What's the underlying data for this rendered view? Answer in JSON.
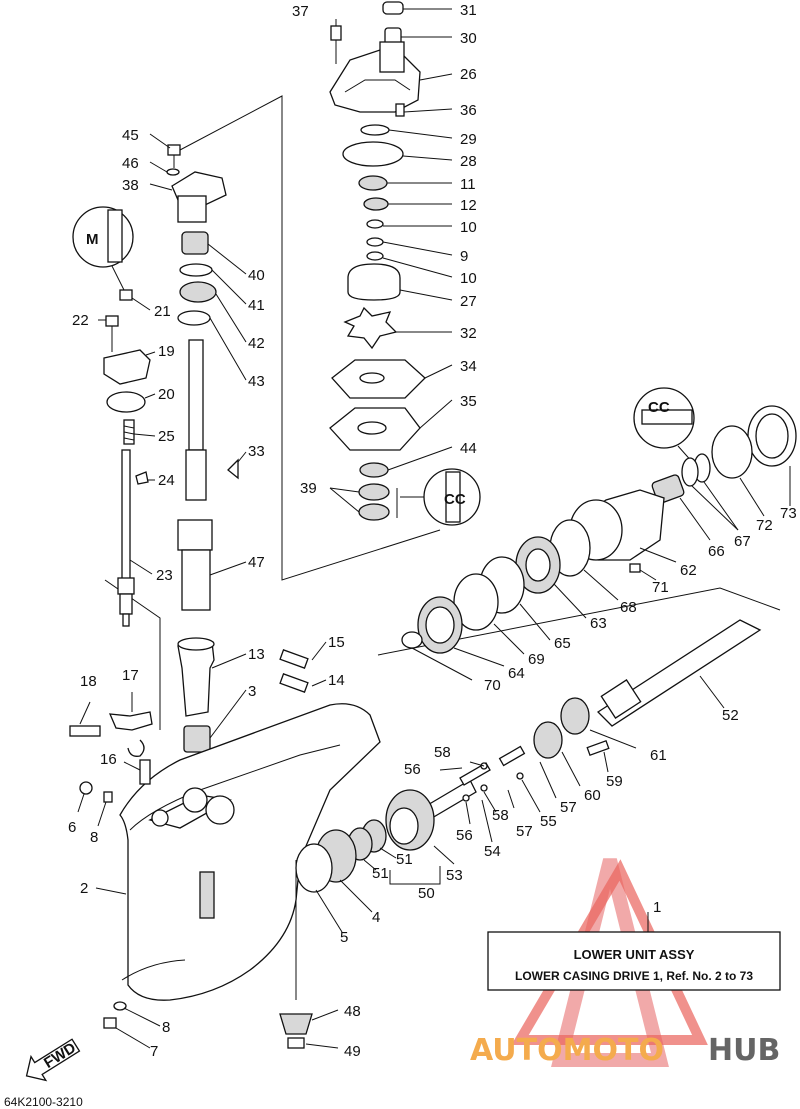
{
  "diagram_code": "64K2100-3210",
  "fwd_label": "FWD",
  "title_box": {
    "ref_number": "1",
    "title": "LOWER  UNIT  ASSY",
    "subtitle": "LOWER CASING DRIVE 1,  Ref. No. 2 to 73"
  },
  "watermark": {
    "part1": "AUTOMOTO",
    "part2": "HUB",
    "color_red": "#e8524a",
    "color_orange": "#f3a23a",
    "color_gray": "#555555"
  },
  "callouts": {
    "c37": "37",
    "c31": "31",
    "c30": "30",
    "c26": "26",
    "c36": "36",
    "c29": "29",
    "c28": "28",
    "c11": "11",
    "c12": "12",
    "c10a": "10",
    "c9": "9",
    "c10b": "10",
    "c27": "27",
    "c32": "32",
    "c34": "34",
    "c35": "35",
    "c44": "44",
    "c39": "39",
    "c45": "45",
    "c46": "46",
    "c38": "38",
    "c40": "40",
    "c41": "41",
    "c42": "42",
    "c43": "43",
    "c21": "21",
    "c22": "22",
    "c19": "19",
    "c20": "20",
    "c25": "25",
    "c24": "24",
    "c33": "33",
    "c47": "47",
    "c23": "23",
    "c15": "15",
    "c13": "13",
    "c14": "14",
    "c3": "3",
    "c18": "18",
    "c17": "17",
    "c16": "16",
    "c6": "6",
    "c8a": "8",
    "c2": "2",
    "c8b": "8",
    "c7": "7",
    "c73": "73",
    "c72": "72",
    "c67": "67",
    "c66": "66",
    "c62": "62",
    "c71": "71",
    "c68": "68",
    "c63": "63",
    "c65": "65",
    "c69": "69",
    "c64": "64",
    "c70": "70",
    "c52": "52",
    "c61": "61",
    "c59": "59",
    "c60": "60",
    "c58a": "58",
    "c56a": "56",
    "c57a": "57",
    "c55": "55",
    "c58b": "58",
    "c57b": "57",
    "c56b": "56",
    "c54": "54",
    "c53": "53",
    "c51a": "51",
    "c51b": "51",
    "c50": "50",
    "c4": "4",
    "c5": "5",
    "c48": "48",
    "c49": "49"
  }
}
